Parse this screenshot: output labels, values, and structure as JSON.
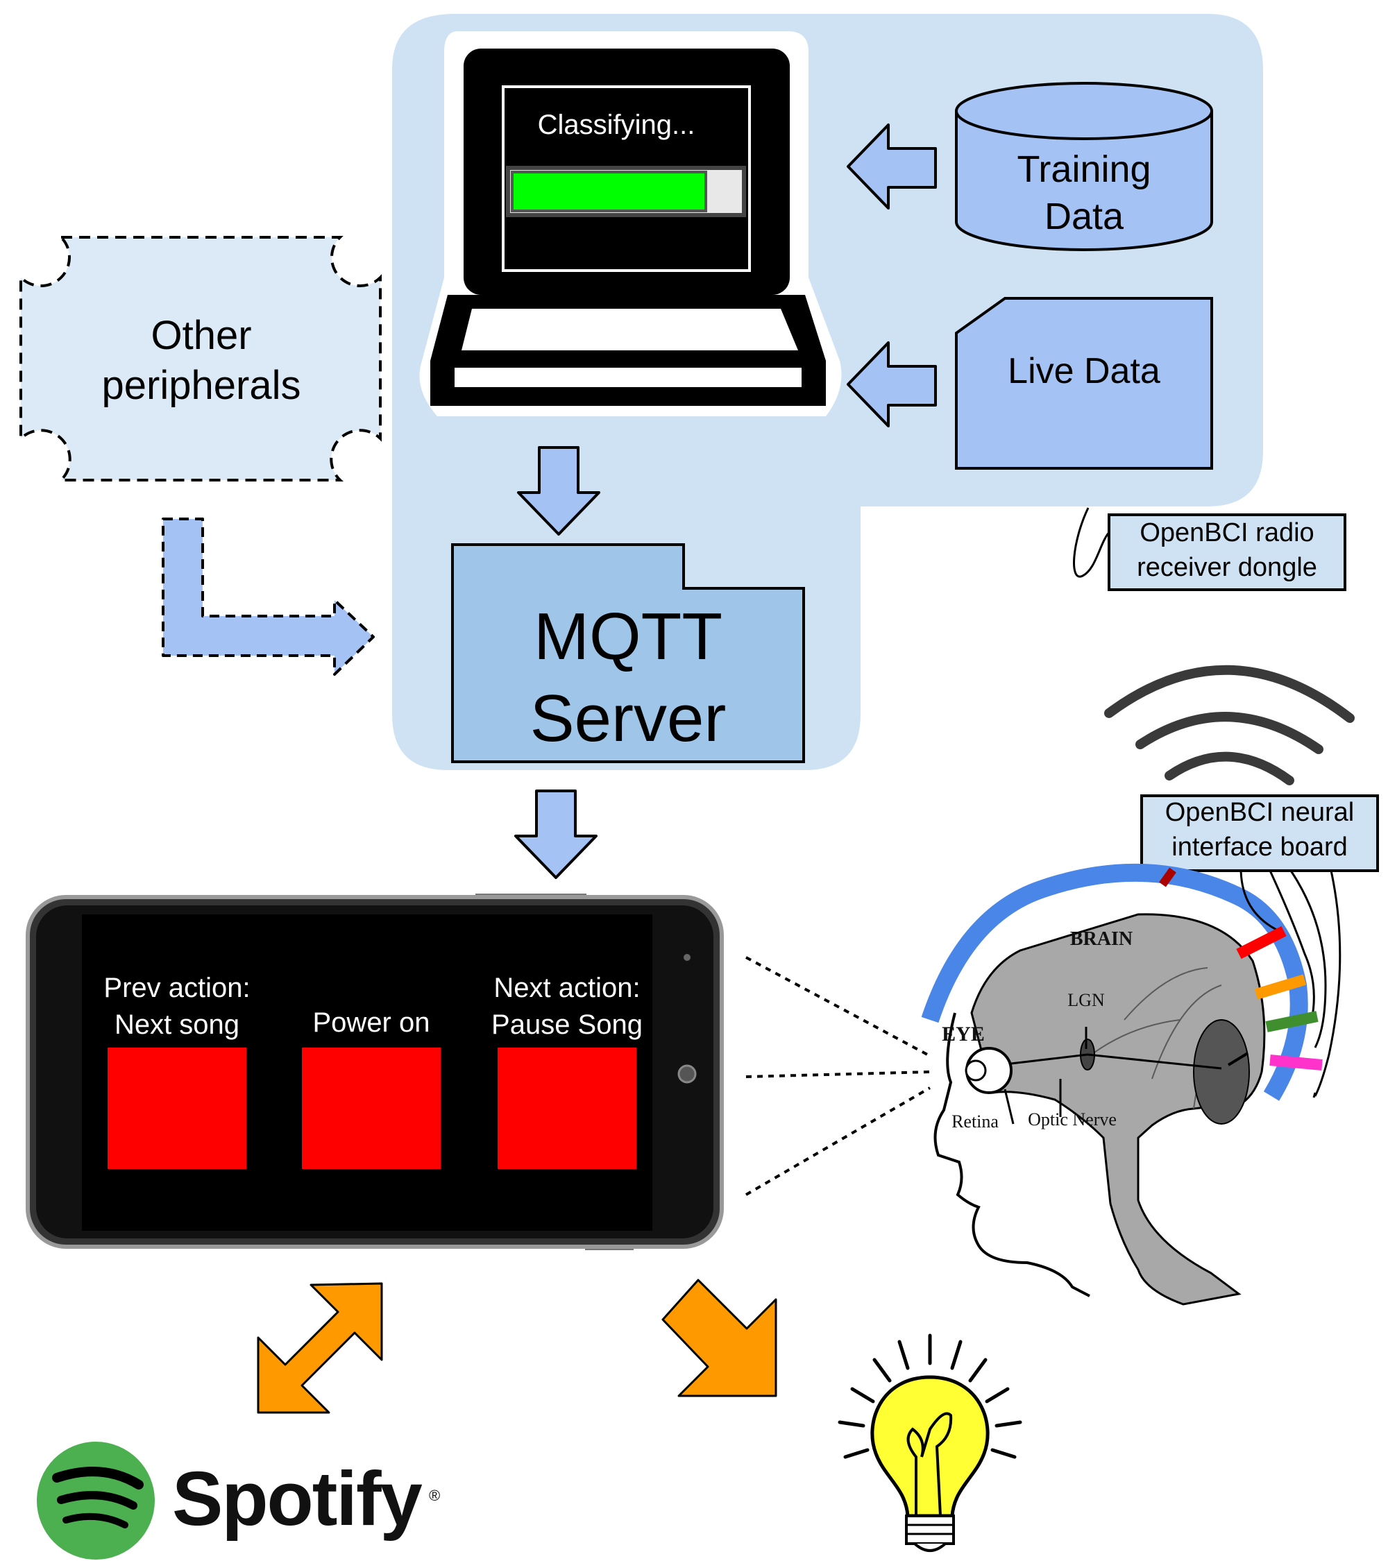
{
  "laptop": {
    "status_text": "Classifying...",
    "progress": 0.85
  },
  "training_data": {
    "line1": "Training",
    "line2": "Data"
  },
  "live_data": {
    "label": "Live Data"
  },
  "other_peripherals": {
    "line1": "Other",
    "line2": "peripherals"
  },
  "mqtt": {
    "line1": "MQTT",
    "line2": "Server"
  },
  "dongle": {
    "line1": "OpenBCI radio",
    "line2": "receiver dongle"
  },
  "board": {
    "line1": "OpenBCI neural",
    "line2": "interface board"
  },
  "phone": {
    "buttons": [
      {
        "line1": "Prev action:",
        "line2": "Next song"
      },
      {
        "line1": "",
        "line2": "Power on"
      },
      {
        "line1": "Next action:",
        "line2": "Pause Song"
      }
    ]
  },
  "head": {
    "brain_label": "BRAIN",
    "lgn_label": "LGN",
    "eye_label": "EYE",
    "retina_label": "Retina",
    "optic_nerve_label": "Optic Nerve"
  },
  "spotify": {
    "wordmark": "Spotify",
    "mark": "®"
  },
  "colors": {
    "panel_bg": "#cfe2f3",
    "box_blue": "#a4c2f4",
    "mqtt_blue": "#9fc5e8",
    "progress_green": "#00ff00",
    "button_red": "#ff0000",
    "headband_blue": "#4a86e8",
    "orange_arrow": "#ff9900",
    "spotify_green": "#4caf50",
    "bulb_yellow": "#ffff33"
  }
}
